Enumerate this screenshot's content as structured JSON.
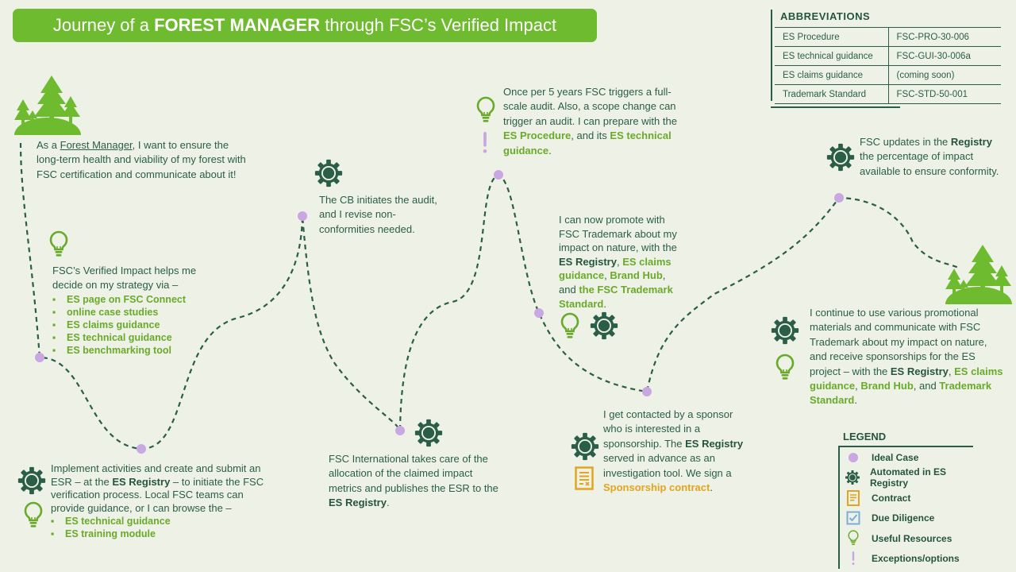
{
  "title": {
    "prefix": "Journey of a ",
    "bold": "FOREST MANAGER",
    "suffix": " through FSC’s Verified Impact"
  },
  "abbreviations": {
    "title": "ABBREVIATIONS",
    "rows": [
      [
        "ES Procedure",
        "FSC-PRO-30-006"
      ],
      [
        "ES technical guidance",
        "FSC-GUI-30-006a"
      ],
      [
        "ES claims guidance",
        "(coming soon)"
      ],
      [
        "Trademark Standard",
        "FSC-STD-50-001"
      ]
    ]
  },
  "step1": {
    "p1": "As a ",
    "link": "Forest Manager",
    "p2": ", I want to ensure the long-term health and viability of my forest with FSC certification and communicate about it!"
  },
  "step2": {
    "intro": "FSC’s Verified Impact helps me decide on my strategy via –",
    "items": [
      "ES page on FSC Connect",
      "online case studies",
      "ES claims guidance",
      "ES technical guidance",
      "ES benchmarking tool"
    ]
  },
  "step3": {
    "p1": "Implement activities and create and submit an ESR – at the ",
    "b1": "ES Registry",
    "p2": " – to initiate the FSC verification process. Local FSC teams can provide guidance, or I can browse the –",
    "items": [
      "ES technical guidance",
      "ES training module"
    ]
  },
  "step4": {
    "text": "The CB initiates the audit, and I revise non-conformities needed."
  },
  "step5": {
    "p1": "FSC International takes care of the allocation of the claimed impact metrics and publishes the ESR to the ",
    "b1": "ES Registry",
    "p2": "."
  },
  "step6": {
    "p1": "Once per 5 years FSC triggers a full-scale audit. Also, a scope change can trigger an audit. I can prepare with the ",
    "b1": "ES Procedure",
    "p2": ", and its ",
    "b2": "ES technical guidance",
    "p3": "."
  },
  "step7": {
    "p1": "I can now promote with FSC Trademark about my impact on nature, with the ",
    "b1": "ES Registry",
    "p2": ", ",
    "g1": "ES claims guidance",
    "p3": ", ",
    "g2": "Brand Hub",
    "p4": ", and ",
    "g3": "the FSC Trademark Standard",
    "p5": "."
  },
  "step8": {
    "p1": "I get contacted by a sponsor who is interested in a sponsorship. The ",
    "b1": "ES Registry",
    "p2": " served in advance as an investigation tool. We sign a ",
    "o1": "Sponsorship contract",
    "p3": "."
  },
  "step9": {
    "p1": "FSC updates in the ",
    "b1": "Registry",
    "p2": " the percentage of impact available to ensure conformity."
  },
  "step10": {
    "p1": "I continue to use various promotional materials and communicate with FSC Trademark about my impact on nature, and receive sponsorships for the ES project – with the ",
    "b1": "ES Registry",
    "p2": ", ",
    "g1": "ES claims guidance",
    "p3": ", ",
    "g2": "Brand Hub",
    "p4": ", and ",
    "g3": "Trademark Standard",
    "p5": "."
  },
  "legend": {
    "title": "LEGEND",
    "items": [
      "Ideal Case",
      "Automated in ES Registry",
      "Contract",
      "Due Diligence",
      "Useful Resources",
      "Exceptions/options"
    ]
  },
  "colors": {
    "title_bg": "#6fbb2f",
    "dark_green": "#2a5e46",
    "accent_green": "#6aaa2a",
    "dot": "#c9a7e3",
    "orange": "#e3a41f",
    "blue": "#7aaed8"
  }
}
